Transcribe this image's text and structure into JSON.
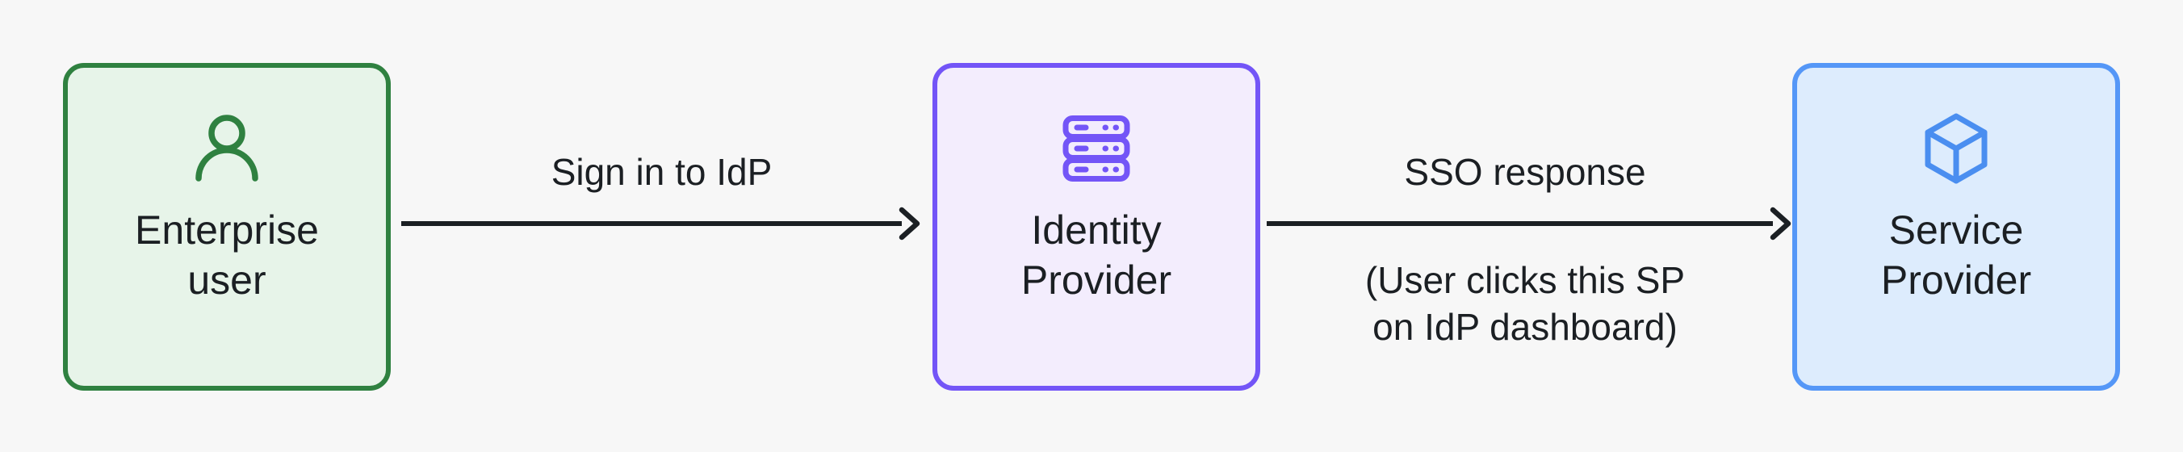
{
  "diagram": {
    "background_color": "#f7f7f7",
    "text_color": "#1b1f23",
    "nodes": [
      {
        "id": "enterprise-user",
        "label": "Enterprise\nuser",
        "icon": "user-icon",
        "fill_color": "#e7f4e9",
        "border_color": "#2f8140",
        "icon_color": "#2f8140"
      },
      {
        "id": "identity-provider",
        "label": "Identity\nProvider",
        "icon": "server-icon",
        "fill_color": "#f3edfd",
        "border_color": "#7355f7",
        "icon_color": "#7355f7"
      },
      {
        "id": "service-provider",
        "label": "Service\nProvider",
        "icon": "cube-icon",
        "fill_color": "#ddecfd",
        "border_color": "#5597f7",
        "icon_color": "#4a8ef0"
      }
    ],
    "edges": [
      {
        "id": "user-to-idp",
        "from": "enterprise-user",
        "to": "identity-provider",
        "label_above": "Sign in to IdP",
        "label_below": "",
        "arrow_color": "#1b1f23"
      },
      {
        "id": "idp-to-sp",
        "from": "identity-provider",
        "to": "service-provider",
        "label_above": "SSO response",
        "label_below": "(User clicks this SP\non IdP dashboard)",
        "arrow_color": "#1b1f23"
      }
    ]
  }
}
